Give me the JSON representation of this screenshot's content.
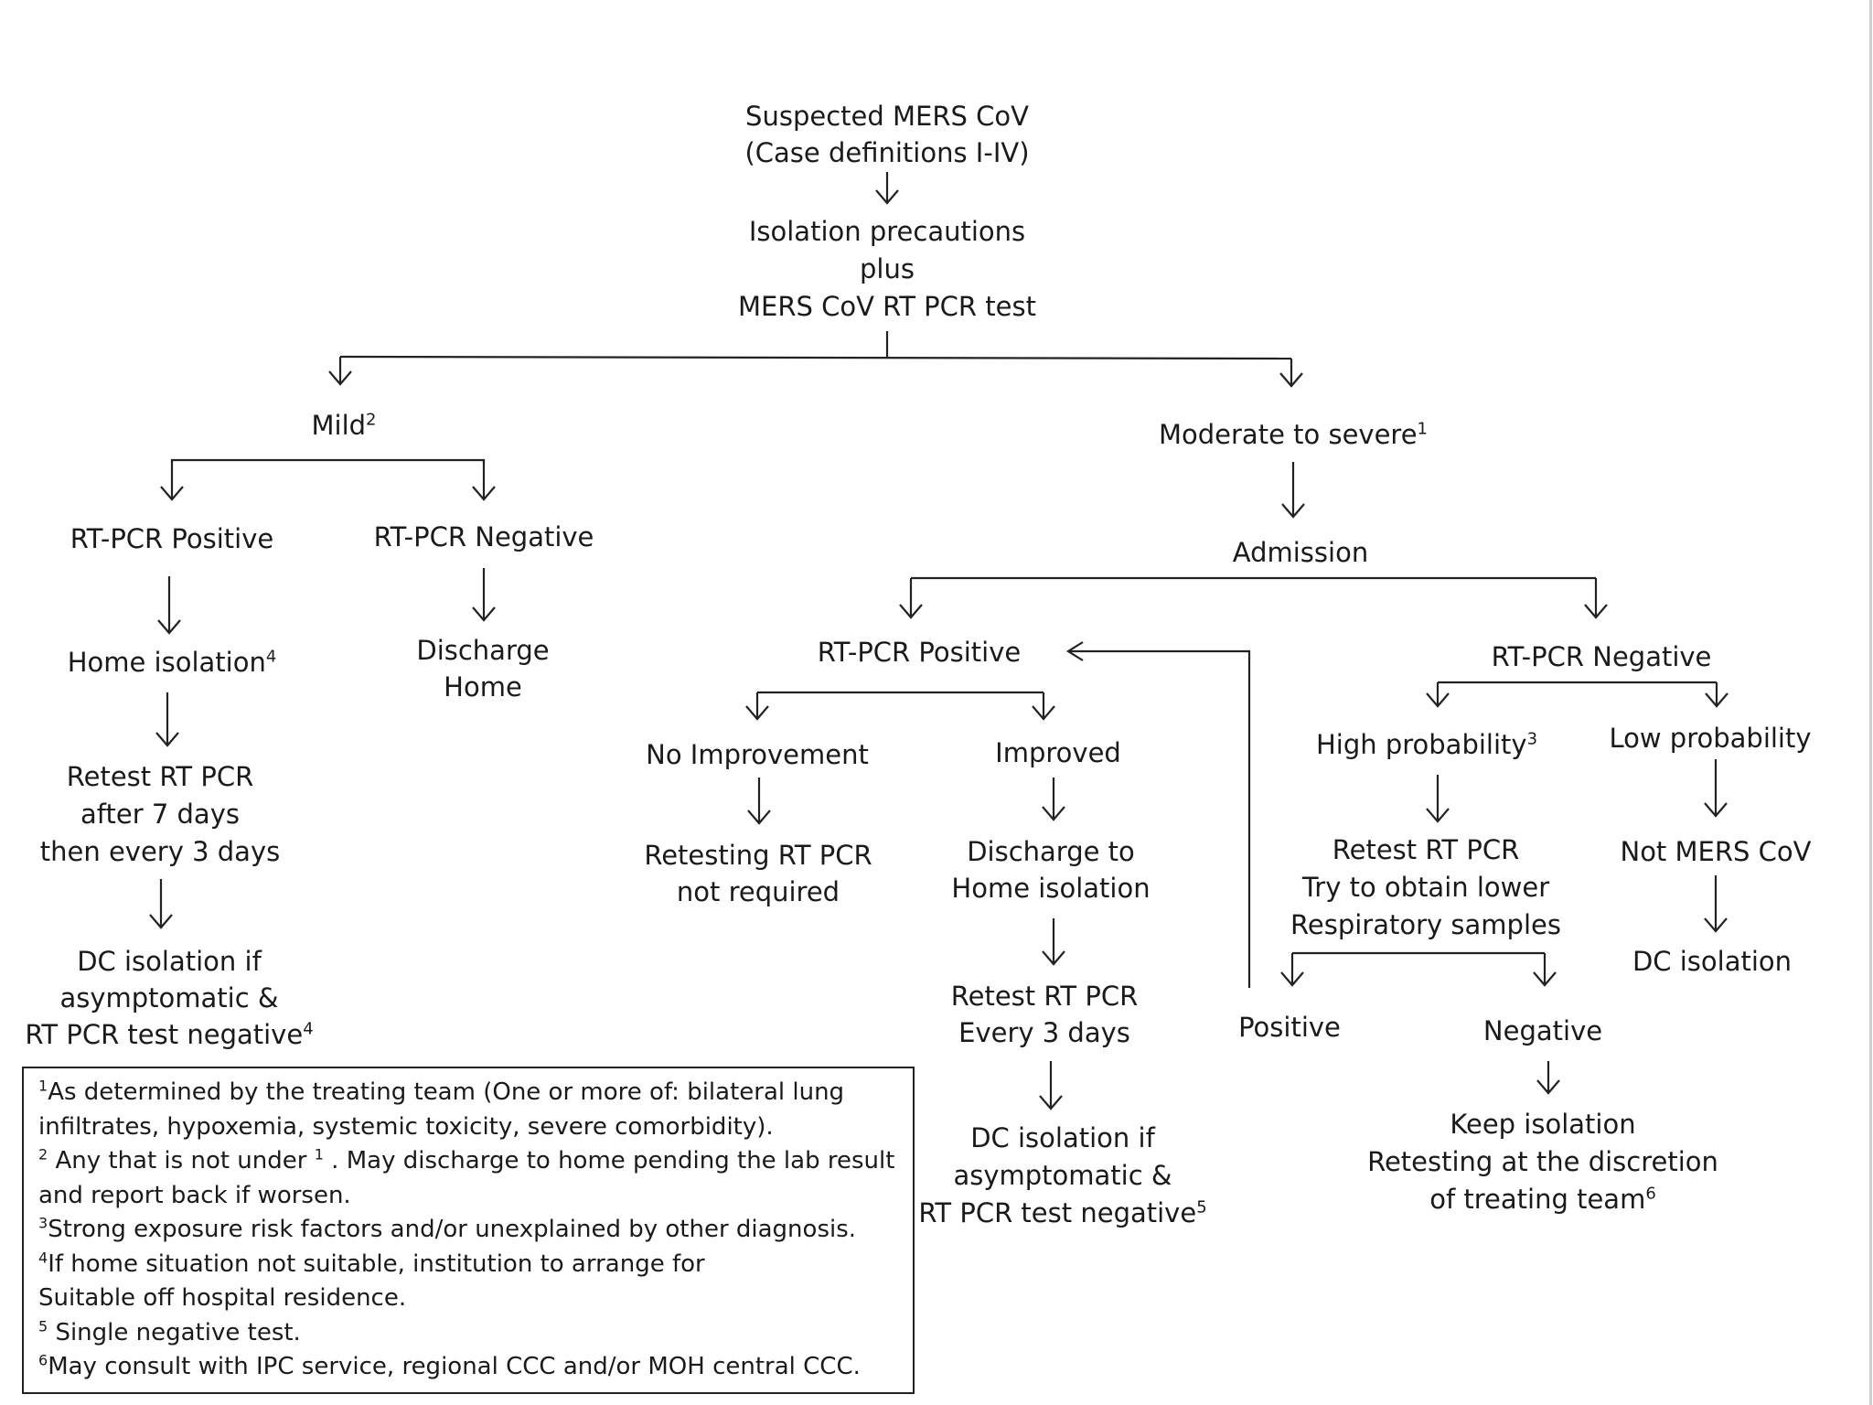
{
  "nodes": {
    "root": [
      "Suspected MERS CoV",
      "(Case definitions I-IV)"
    ],
    "isolation": [
      "Isolation precautions",
      "plus",
      "MERS CoV RT PCR test"
    ],
    "mild": {
      "text": "Mild",
      "sup": "2"
    },
    "moderate": {
      "text": "Moderate to severe",
      "sup": "1"
    },
    "l_pos": "RT-PCR Positive",
    "l_neg": "RT-PCR Negative",
    "l_home": {
      "text": "Home isolation",
      "sup": "4"
    },
    "l_discharge": [
      "Discharge",
      "Home"
    ],
    "l_retest": [
      "Retest RT PCR",
      "after 7 days",
      "then every 3 days"
    ],
    "l_dc": {
      "line1": "DC isolation if",
      "line2": "asymptomatic &",
      "line3": "RT PCR test negative",
      "sup": "4"
    },
    "admission": "Admission",
    "r_pos": "RT-PCR Positive",
    "r_neg": "RT-PCR Negative",
    "no_improvement": "No Improvement",
    "improved": "Improved",
    "retesting_not_required": [
      "Retesting RT PCR",
      "not required"
    ],
    "discharge_home_iso": [
      "Discharge to",
      "Home isolation"
    ],
    "retest_every3": [
      "Retest RT PCR",
      "Every 3 days"
    ],
    "r_dc": {
      "line1": "DC isolation if",
      "line2": "asymptomatic &",
      "line3": "RT PCR test negative",
      "sup": "5"
    },
    "high_prob": {
      "text": "High probability",
      "sup": "3"
    },
    "low_prob": "Low probability",
    "retest_lower": [
      "Retest RT PCR",
      "Try to obtain lower",
      "Respiratory samples"
    ],
    "not_mers": "Not MERS CoV",
    "dc_isolation": "DC isolation",
    "positive": "Positive",
    "negative": "Negative",
    "keep_iso": {
      "line1": "Keep isolation",
      "line2": "Retesting at the discretion",
      "line3": "of treating team",
      "sup": "6"
    }
  },
  "footnotes": [
    {
      "sup": "1",
      "text": "As determined by the treating team (One or more of: bilateral lung"
    },
    {
      "sup": "",
      "text": "infiltrates, hypoxemia, systemic toxicity, severe comorbidity)."
    },
    {
      "sup": "2",
      "text": " Any that is not under ",
      "sup2": "1",
      "text2": " . May discharge to home pending the lab result"
    },
    {
      "sup": "",
      "text": "and report back if worsen."
    },
    {
      "sup": "3",
      "text": "Strong exposure risk factors and/or unexplained by other diagnosis."
    },
    {
      "sup": "4",
      "text": "If home situation not suitable, institution to arrange for"
    },
    {
      "sup": "",
      "text": "Suitable off hospital residence."
    },
    {
      "sup": "5",
      "text": " Single negative test."
    },
    {
      "sup": "6",
      "text": "May consult with IPC service, regional CCC and/or MOH central CCC."
    }
  ]
}
